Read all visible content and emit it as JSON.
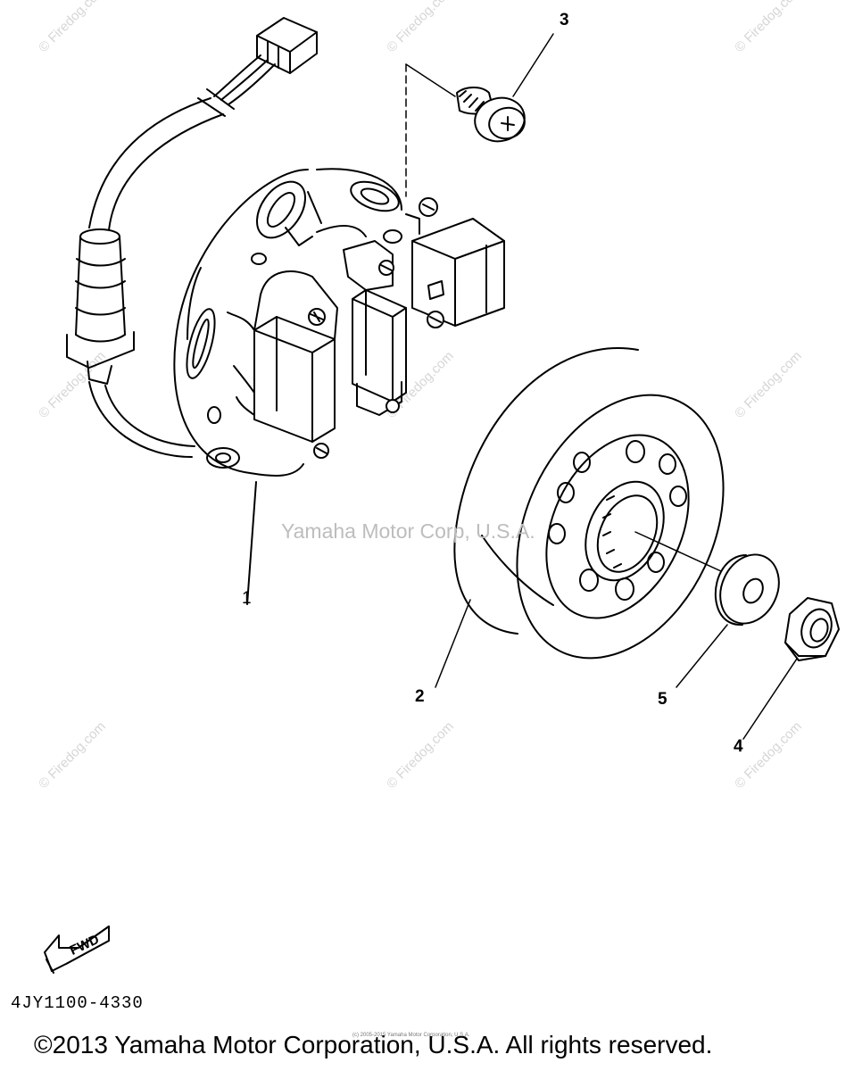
{
  "watermarks": {
    "site_text": "© Firedog.com",
    "center_text": "Yamaha Motor Corp, U.S.A."
  },
  "callouts": [
    "1",
    "2",
    "3",
    "4",
    "5"
  ],
  "parts": {
    "stator_assembly": "1",
    "rotor_flywheel": "2",
    "screw": "3",
    "nut": "4",
    "washer": "5"
  },
  "fwd_label": "FWD",
  "part_code": "4JY1100-4330",
  "tiny_copyright": "(c) 2005-2015 Yamaha Motor Corporation, U.S.A.",
  "copyright": "©2013 Yamaha Motor Corporation, U.S.A. All rights reserved.",
  "colors": {
    "line": "#000000",
    "watermark": "#d6d6d6",
    "background": "#ffffff"
  }
}
